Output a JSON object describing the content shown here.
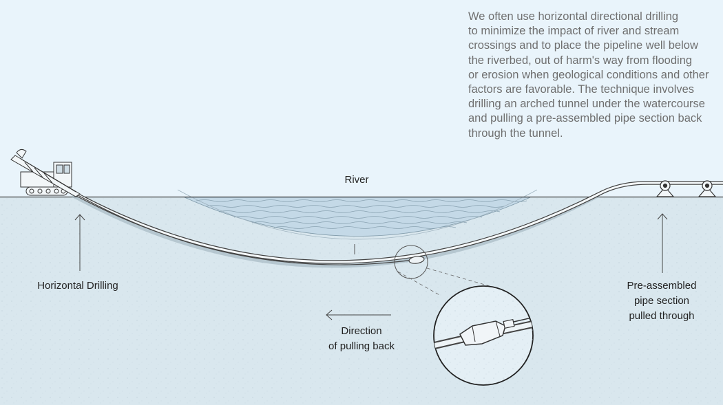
{
  "description": {
    "lines": [
      "We often use horizontal directional drilling",
      "to minimize the impact of river and stream",
      "crossings and to place the pipeline well below",
      "the riverbed, out of harm's way from flooding",
      "or erosion when geological conditions and other",
      "factors are favorable. The technique involves",
      "drilling an arched tunnel under the watercourse",
      "and pulling a pre-assembled pipe section back",
      "through the tunnel."
    ]
  },
  "labels": {
    "river": "River",
    "horizontal_drilling": "Horizontal Drilling",
    "direction_line1": "Direction",
    "direction_line2": "of pulling back",
    "preassembled_line1": "Pre-assembled",
    "preassembled_line2": "pipe section",
    "preassembled_line3": "pulled through"
  },
  "colors": {
    "sky": "#e9f4fb",
    "ground": "#d9e7ee",
    "water": "#c3d8e6",
    "pipe_outline": "#555555",
    "text_dark": "#222222",
    "text_grey": "#6f6f6f"
  },
  "icons": [
    "drilling-rig-icon",
    "pipe-roller-icon",
    "reamer-icon",
    "arrow-up-icon",
    "arrow-left-icon"
  ]
}
